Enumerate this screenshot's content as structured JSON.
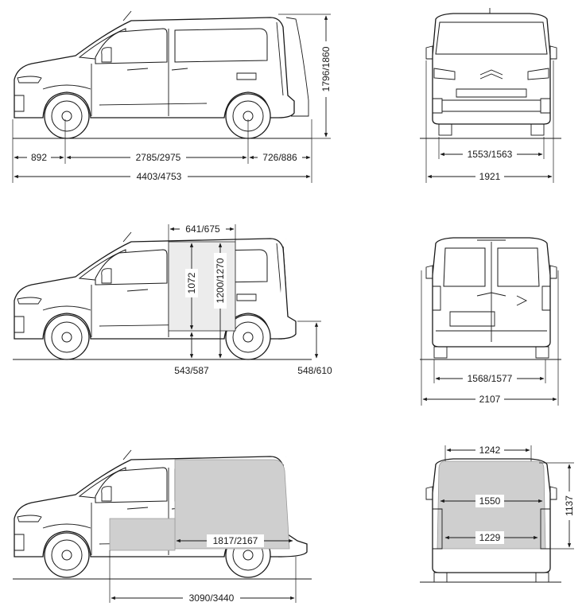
{
  "dimensions": {
    "side_view_1": {
      "front_overhang": "892",
      "wheelbase": "2785/2975",
      "rear_overhang": "726/886",
      "overall_length": "4403/4753",
      "height": "1796/1860"
    },
    "front_view": {
      "front_track": "1553/1563",
      "overall_width": "1921"
    },
    "side_view_2": {
      "sliding_door_width": "641/675",
      "sliding_door_height": "1072",
      "sliding_door_opening_height": "1200/1270",
      "sill_height": "543/587",
      "load_sill_height": "548/610"
    },
    "rear_view": {
      "rear_track": "1568/1577",
      "overall_width_mirrors": "2107"
    },
    "side_view_3": {
      "load_floor_length": "1817/2167",
      "max_load_length": "3090/3440"
    },
    "rear_load_view": {
      "top_width": "1242",
      "width_mid": "1550",
      "width_between_arches": "1229",
      "load_height": "1137"
    }
  },
  "colors": {
    "line": "#1a1a1a",
    "cargo_shade": "#cfcfcf",
    "background": "#ffffff"
  }
}
